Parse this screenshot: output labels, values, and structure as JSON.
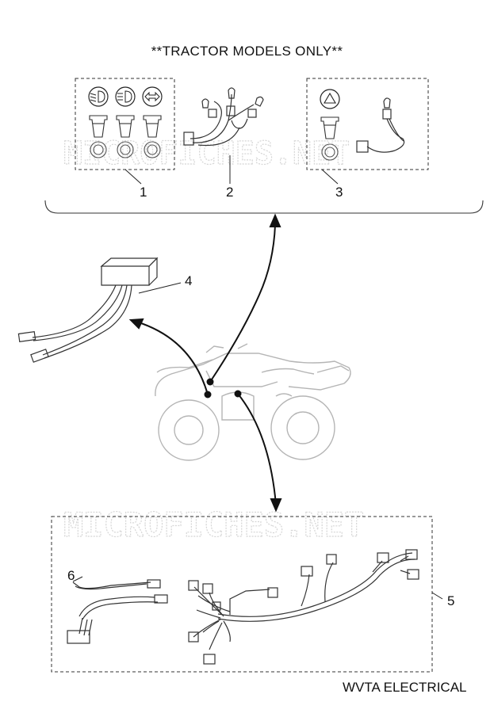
{
  "title": "**TRACTOR MODELS ONLY**",
  "footer": "WVTA ELECTRICAL",
  "watermark": "MICROFICHES.NET",
  "callouts": [
    "1",
    "2",
    "3",
    "4",
    "5",
    "6"
  ],
  "parts": [
    {
      "ref": "1",
      "icons": [
        "headlight-low-icon",
        "headlight-high-icon",
        "turn-signal-icon"
      ]
    },
    {
      "ref": "2"
    },
    {
      "ref": "3",
      "icons": [
        "hazard-triangle-icon"
      ]
    },
    {
      "ref": "4"
    },
    {
      "ref": "5"
    },
    {
      "ref": "6"
    }
  ],
  "colors": {
    "line": "#222222",
    "vehicle": "#b5b5b5",
    "watermark": "#d6d6d6"
  }
}
